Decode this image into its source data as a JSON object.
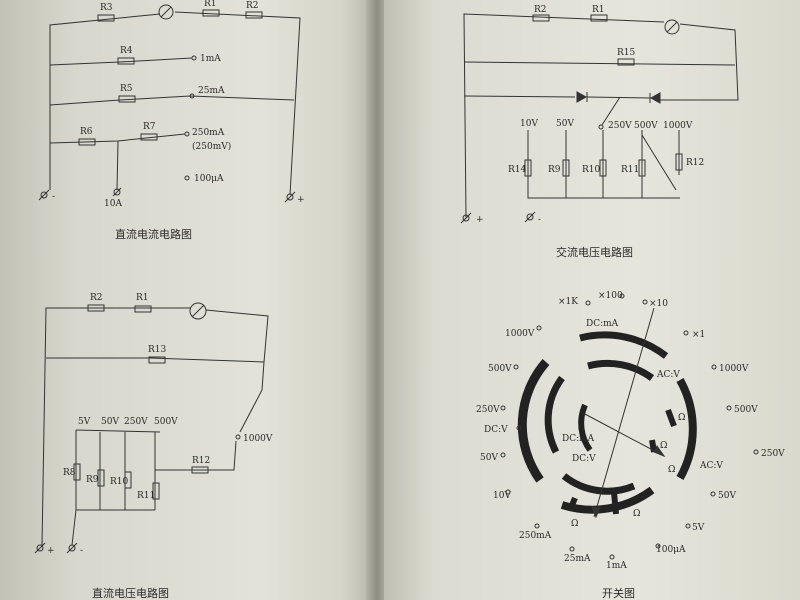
{
  "dc_current": {
    "caption": "直流电流电路图",
    "resistors": [
      "R3",
      "R1",
      "R2",
      "R4",
      "R5",
      "R6",
      "R7"
    ],
    "ranges": [
      "1mA",
      "25mA",
      "250mA",
      "(250mV)",
      "100μA",
      "10A"
    ],
    "terminals": [
      "-",
      "+"
    ]
  },
  "dc_voltage": {
    "caption": "直流电压电路图",
    "resistors": [
      "R2",
      "R1",
      "R13",
      "R8",
      "R9",
      "R10",
      "R11",
      "R12"
    ],
    "ranges": [
      "5V",
      "50V",
      "250V",
      "500V",
      "1000V"
    ],
    "terminals": [
      "+",
      "-"
    ]
  },
  "ac_voltage": {
    "caption": "交流电压电路图",
    "resistors": [
      "R2",
      "R1",
      "R15",
      "R14",
      "R9",
      "R10",
      "R11",
      "R12"
    ],
    "ranges": [
      "10V",
      "50V",
      "250V",
      "500V",
      "1000V"
    ],
    "terminals": [
      "+",
      "-"
    ]
  },
  "switch": {
    "caption": "开关图",
    "positions": [
      "×1K",
      "×100",
      "×10",
      "×1",
      "1000V",
      "500V",
      "250V",
      "50V",
      "10V",
      "5V",
      "100μA",
      "1mA",
      "25mA",
      "250mA",
      "DC:V",
      "250V",
      "500V",
      "1000V"
    ],
    "ring_labels": [
      "DC:mA",
      "AC:V",
      "DC:mA",
      "DC:V",
      "Ω",
      "Ω",
      "Ω",
      "Ω",
      "Ω"
    ]
  }
}
